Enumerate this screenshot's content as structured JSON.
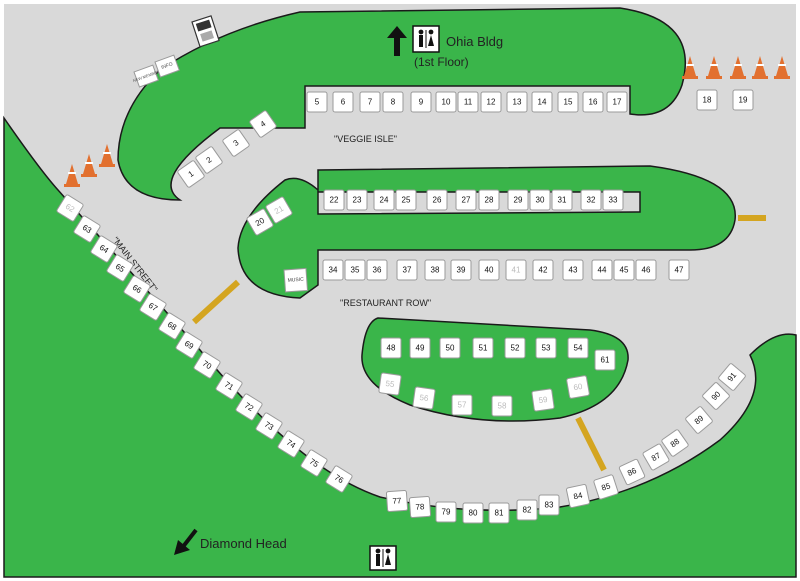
{
  "labels": {
    "building_name": "Ohia Bldg",
    "building_floor": "(1st Floor)",
    "veggie_isle": "\"VEGGIE ISLE\"",
    "restaurant_row": "\"RESTAURANT ROW\"",
    "main_street": "\"MAIN STREET\"",
    "diamond_head": "Diamond Head",
    "music": "MUSIC",
    "info": "INFO",
    "new_member": "NEW MEMBER"
  },
  "colors": {
    "grass": "#3ab54a",
    "pavement": "#d9d9d9",
    "outline": "#1a1a1a",
    "cone": "#e2702f",
    "marker": "#d4a520"
  },
  "icons": [
    "up-arrow-icon",
    "restroom-icon",
    "down-left-arrow-icon",
    "atm-icon",
    "traffic-cone-icon"
  ],
  "stalls": [
    "1",
    "2",
    "3",
    "4",
    "5",
    "6",
    "7",
    "8",
    "9",
    "10",
    "11",
    "12",
    "13",
    "14",
    "15",
    "16",
    "17",
    "18",
    "19",
    "20",
    "21",
    "22",
    "23",
    "24",
    "25",
    "26",
    "27",
    "28",
    "29",
    "30",
    "31",
    "32",
    "33",
    "34",
    "35",
    "36",
    "37",
    "38",
    "39",
    "40",
    "41",
    "42",
    "43",
    "44",
    "45",
    "46",
    "47",
    "48",
    "49",
    "50",
    "51",
    "52",
    "53",
    "54",
    "55",
    "56",
    "57",
    "58",
    "59",
    "60",
    "61",
    "62",
    "63",
    "64",
    "65",
    "66",
    "67",
    "68",
    "69",
    "70",
    "71",
    "72",
    "73",
    "74",
    "75",
    "76",
    "77",
    "78",
    "79",
    "80",
    "81",
    "82",
    "83",
    "84",
    "85",
    "86",
    "87",
    "88",
    "89",
    "90",
    "91"
  ],
  "faded_stalls": [
    "21",
    "41",
    "55",
    "56",
    "57",
    "58",
    "59",
    "60",
    "62"
  ]
}
